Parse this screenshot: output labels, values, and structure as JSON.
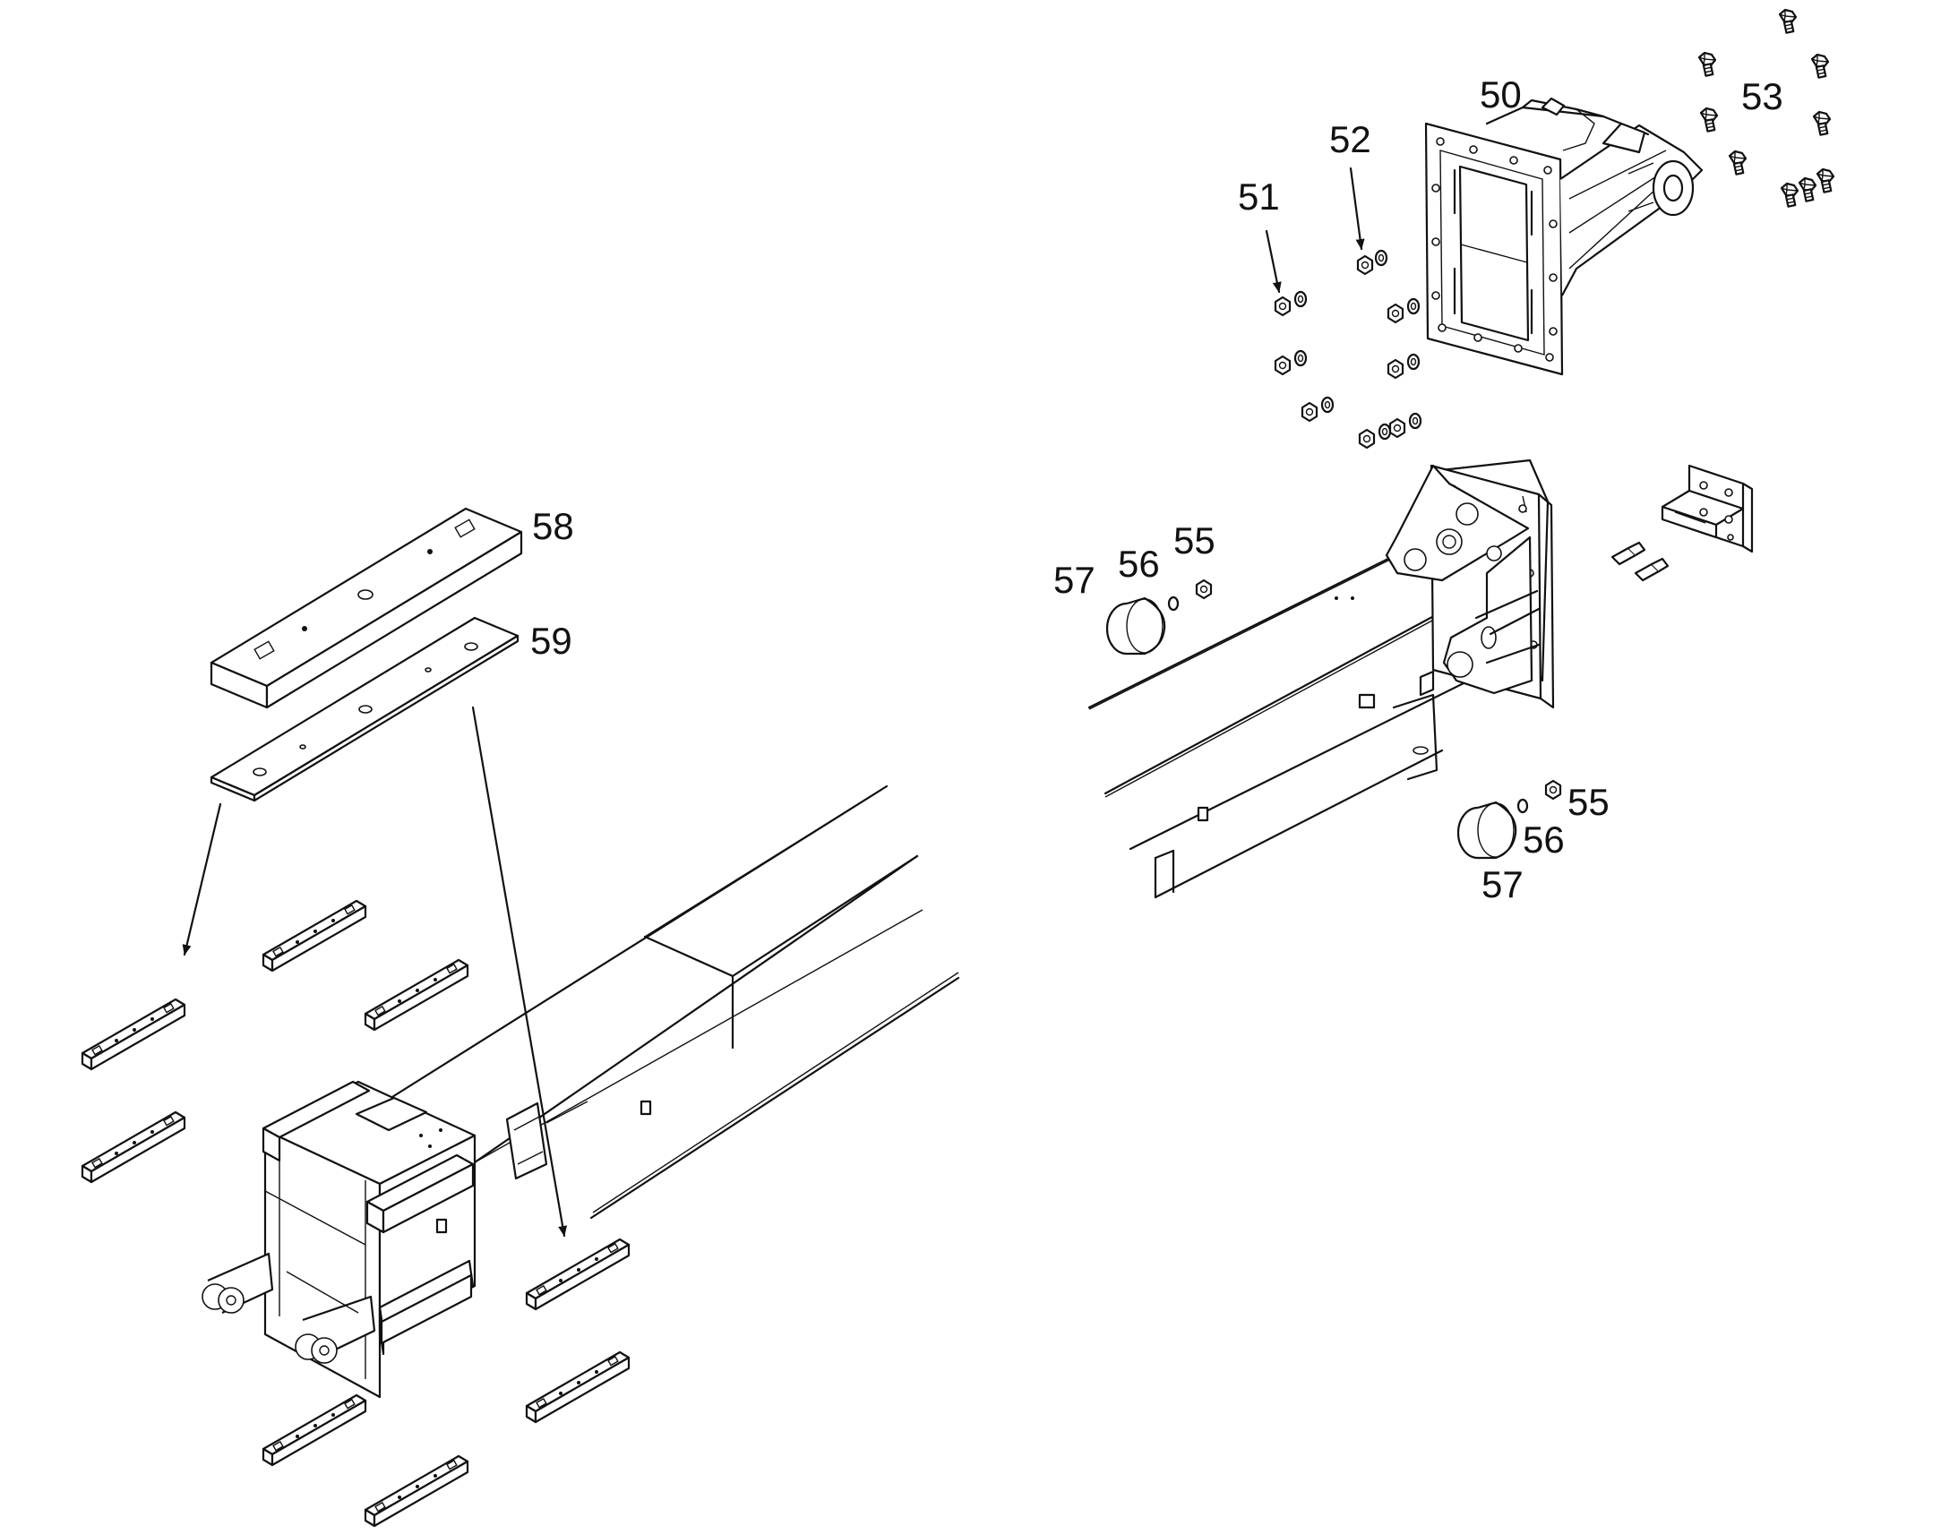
{
  "diagram": {
    "callouts": {
      "c50": "50",
      "c51": "51",
      "c52": "52",
      "c53": "53",
      "c55a": "55",
      "c56a": "56",
      "c57a": "57",
      "c55b": "55",
      "c56b": "56",
      "c57b": "57",
      "c58": "58",
      "c59": "59"
    },
    "line_color": "#111111",
    "background": "#ffffff"
  }
}
